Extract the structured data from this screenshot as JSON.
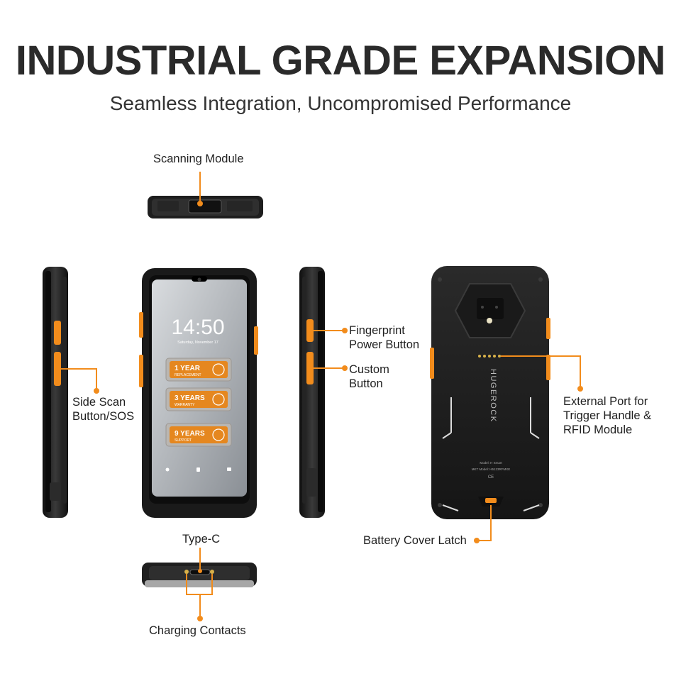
{
  "header": {
    "title": "INDUSTRIAL GRADE EXPANSION",
    "subtitle": "Seamless Integration, Uncompromised Performance"
  },
  "callouts": {
    "scanning_module": "Scanning Module",
    "side_scan_line1": "Side Scan",
    "side_scan_line2": "Button/SOS",
    "fingerprint_line1": "Fingerprint",
    "fingerprint_line2": "Power Button",
    "custom_line1": "Custom",
    "custom_line2": "Button",
    "external_port_line1": "External Port for",
    "external_port_line2": "Trigger Handle &",
    "external_port_line3": "RFID Module",
    "type_c": "Type-C",
    "charging_contacts": "Charging Contacts",
    "battery_latch": "Battery Cover Latch"
  },
  "phone_screen": {
    "time": "14:50",
    "date": "Saturday, November 17",
    "badges": [
      {
        "big": "1 YEAR",
        "small": "REPLACEMENT"
      },
      {
        "big": "3 YEARS",
        "small": "WARRANTY"
      },
      {
        "big": "9 YEARS",
        "small": "SUPPORT"
      }
    ]
  },
  "phone_back": {
    "brand": "HUGEROCK",
    "model_line1": "Model: H Smart",
    "model_line2": "MKT Model: H5123RFMXE",
    "ce_mark": "CE"
  },
  "colors": {
    "accent": "#F28C1C",
    "phone_body": "#1c1c1c",
    "text": "#222222"
  }
}
